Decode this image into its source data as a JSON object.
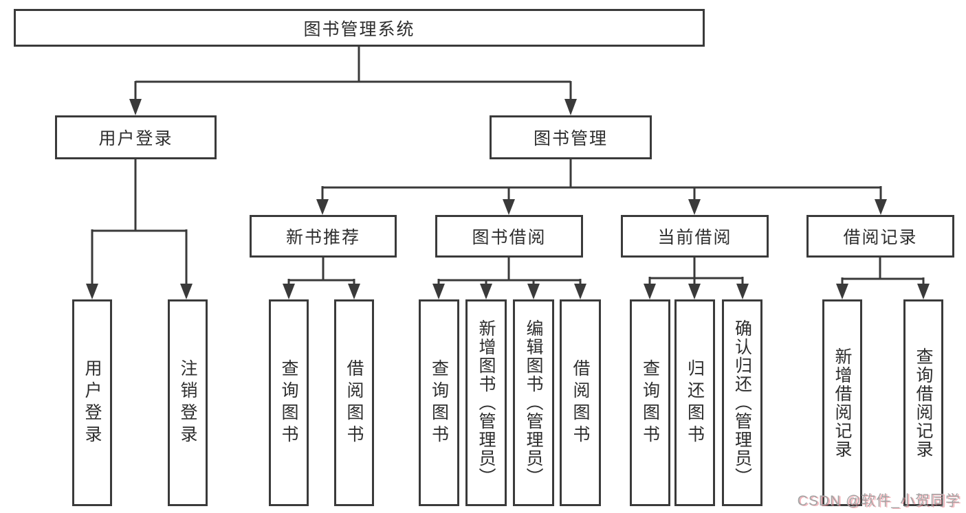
{
  "tree": {
    "label": "图书管理系统",
    "children": [
      {
        "label": "用户登录",
        "children": [
          {
            "label": "用户登录"
          },
          {
            "label": "注销登录"
          }
        ]
      },
      {
        "label": "图书管理",
        "children": [
          {
            "label": "新书推荐",
            "children": [
              {
                "label": "查询图书"
              },
              {
                "label": "借阅图书"
              }
            ]
          },
          {
            "label": "图书借阅",
            "children": [
              {
                "label": "查询图书"
              },
              {
                "label": "新增图书（管理员）"
              },
              {
                "label": "编辑图书（管理员）"
              },
              {
                "label": "借阅图书"
              }
            ]
          },
          {
            "label": "当前借阅",
            "children": [
              {
                "label": "查询图书"
              },
              {
                "label": "归还图书"
              },
              {
                "label": "确认归还（管理员）"
              }
            ]
          },
          {
            "label": "借阅记录",
            "children": [
              {
                "label": "新增借阅记录"
              },
              {
                "label": "查询借阅记录"
              }
            ]
          }
        ]
      }
    ]
  },
  "watermark": {
    "text": "CSDN @软件_小贺同学"
  },
  "colors": {
    "line": "#3a3a3a",
    "text": "#2d2d2d",
    "background": "#ffffff",
    "watermark_gray": "#a4a4a4",
    "watermark_shadow_pink": "#ec808c"
  }
}
